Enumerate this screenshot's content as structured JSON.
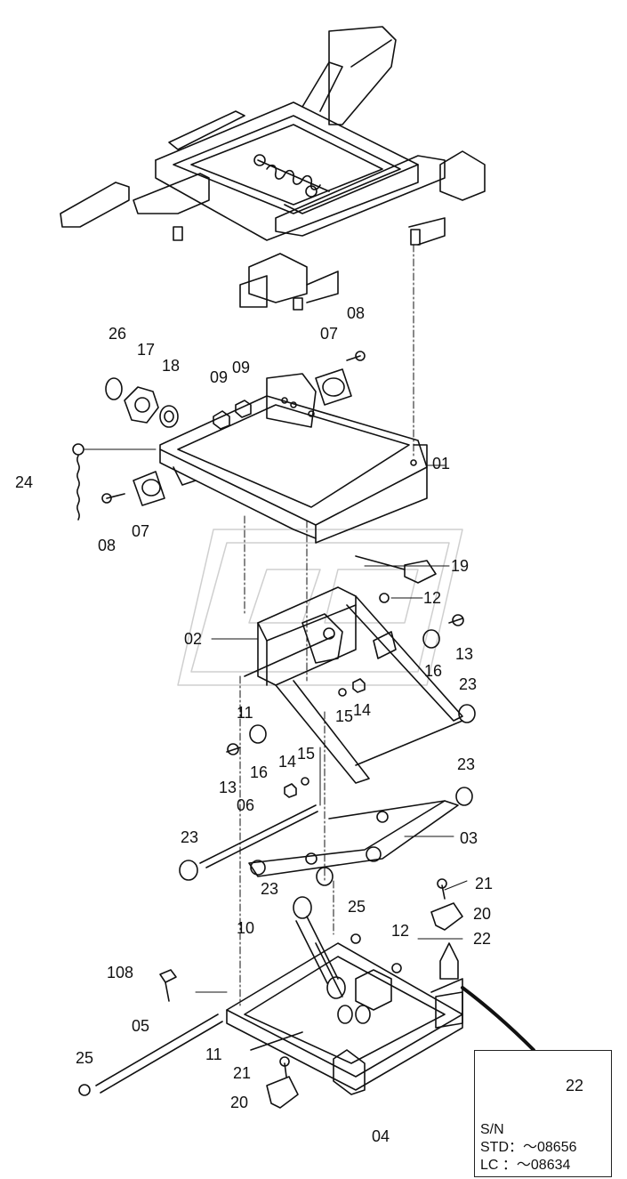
{
  "callouts": {
    "c01": "01",
    "c02": "02",
    "c03": "03",
    "c04": "04",
    "c05": "05",
    "c06": "06",
    "c07a": "07",
    "c07b": "07",
    "c08a": "08",
    "c08b": "08",
    "c09a": "09",
    "c09b": "09",
    "c10": "10",
    "c11a": "11",
    "c11b": "11",
    "c12a": "12",
    "c12b": "12",
    "c13a": "13",
    "c13b": "13",
    "c14a": "14",
    "c14b": "14",
    "c15a": "15",
    "c15b": "15",
    "c16a": "16",
    "c16b": "16",
    "c17": "17",
    "c18": "18",
    "c19": "19",
    "c20a": "20",
    "c20b": "20",
    "c21a": "21",
    "c21b": "21",
    "c22a": "22",
    "c22b": "22",
    "c23a": "23",
    "c23b": "23",
    "c23c": "23",
    "c23d": "23",
    "c24": "24",
    "c25a": "25",
    "c25b": "25",
    "c26": "26",
    "c108": "108"
  },
  "inset": {
    "sn_label": "S/N",
    "std_line": "STD：～08656",
    "lc_line": "LC ：～08634"
  }
}
